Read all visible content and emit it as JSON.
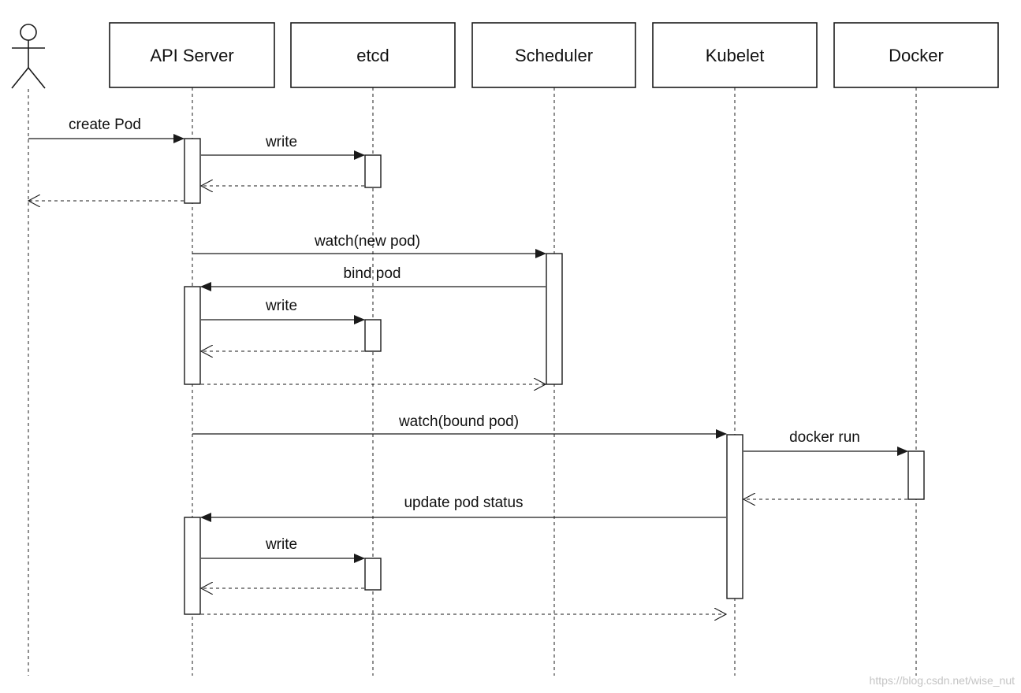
{
  "participants": [
    {
      "id": "user",
      "label": ""
    },
    {
      "id": "api",
      "label": "API Server"
    },
    {
      "id": "etcd",
      "label": "etcd"
    },
    {
      "id": "sched",
      "label": "Scheduler"
    },
    {
      "id": "kubelet",
      "label": "Kubelet"
    },
    {
      "id": "docker",
      "label": "Docker"
    }
  ],
  "messages": [
    {
      "label": "create Pod",
      "from": "user",
      "to": "api",
      "type": "call"
    },
    {
      "label": "write",
      "from": "api",
      "to": "etcd",
      "type": "call"
    },
    {
      "label": "",
      "from": "etcd",
      "to": "api",
      "type": "return"
    },
    {
      "label": "",
      "from": "api",
      "to": "user",
      "type": "return"
    },
    {
      "label": "watch(new pod)",
      "from": "api",
      "to": "sched",
      "type": "call"
    },
    {
      "label": "bind pod",
      "from": "sched",
      "to": "api",
      "type": "call"
    },
    {
      "label": "write",
      "from": "api",
      "to": "etcd",
      "type": "call"
    },
    {
      "label": "",
      "from": "etcd",
      "to": "api",
      "type": "return"
    },
    {
      "label": "",
      "from": "api",
      "to": "sched",
      "type": "return"
    },
    {
      "label": "watch(bound pod)",
      "from": "api",
      "to": "kubelet",
      "type": "call"
    },
    {
      "label": "docker run",
      "from": "kubelet",
      "to": "docker",
      "type": "call"
    },
    {
      "label": "",
      "from": "docker",
      "to": "kubelet",
      "type": "return"
    },
    {
      "label": "update pod status",
      "from": "kubelet",
      "to": "api",
      "type": "call"
    },
    {
      "label": "write",
      "from": "api",
      "to": "etcd",
      "type": "call"
    },
    {
      "label": "",
      "from": "etcd",
      "to": "api",
      "type": "return"
    },
    {
      "label": "",
      "from": "api",
      "to": "kubelet",
      "type": "return"
    }
  ],
  "watermark": "https://blog.csdn.net/wise_nut"
}
